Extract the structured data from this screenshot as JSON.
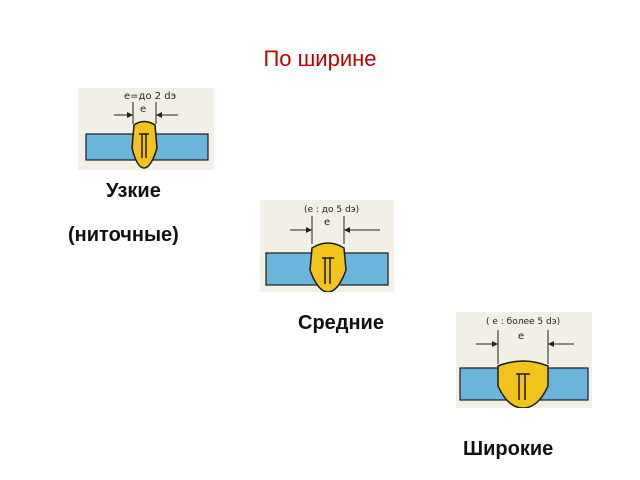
{
  "title": "По ширине",
  "categories": [
    {
      "id": "narrow",
      "label_lines": [
        "Узкие",
        "(ниточные)"
      ],
      "dimension_note": "e=до 2 dэ",
      "dimension_symbol": "e"
    },
    {
      "id": "medium",
      "label_lines": [
        "Средние"
      ],
      "dimension_note": "(e : до 5 dэ)",
      "dimension_symbol": "e"
    },
    {
      "id": "wide",
      "label_lines": [
        "Широкие"
      ],
      "dimension_note": "( e : более 5 dэ)",
      "dimension_symbol": "e"
    }
  ],
  "colors": {
    "title": "#c00000",
    "plate": "#6bb4dc",
    "weld_bead": "#f2c31a",
    "figure_background": "#f1efe6"
  }
}
